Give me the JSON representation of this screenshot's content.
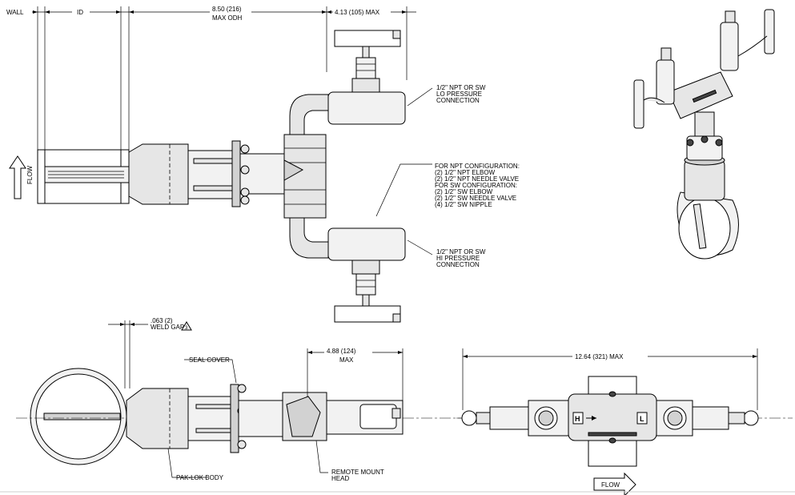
{
  "dimensions": {
    "wall": "WALL",
    "id": "ID",
    "odh_value": "8.50 (216)",
    "odh_label": "MAX ODH",
    "top_right_max": "4.13 (105) MAX",
    "weld_gap_value": ".063 (2)",
    "weld_gap_label": "WELD GAP",
    "weld_gap_note": "3",
    "head_value": "4.88 (124)",
    "head_label": "MAX",
    "width_max": "12.64 (321) MAX"
  },
  "callouts": {
    "lo_line1": "1/2\" NPT OR SW",
    "lo_line2": "LO PRESSURE",
    "lo_line3": "CONNECTION",
    "config_lines": [
      "FOR NPT CONFIGURATION:",
      "(2) 1/2\" NPT ELBOW",
      "(2) 1/2\" NPT NEEDLE VALVE",
      "FOR SW CONFIGURATION:",
      "(2) 1/2\" SW ELBOW",
      "(2) 1/2\" SW NEEDLE VALVE",
      "(4) 1/2\" SW NIPPLE"
    ],
    "hi_line1": "1/2\" NPT OR SW",
    "hi_line2": "HI PRESSURE",
    "hi_line3": "CONNECTION",
    "seal_cover": "SEAL COVER",
    "pak_lok_body": "PAK-LOK BODY",
    "remote_line1": "REMOTE MOUNT",
    "remote_line2": "HEAD"
  },
  "flow_left": "FLOW",
  "flow_bottom": "FLOW",
  "manifold_h": "H",
  "manifold_l": "L"
}
